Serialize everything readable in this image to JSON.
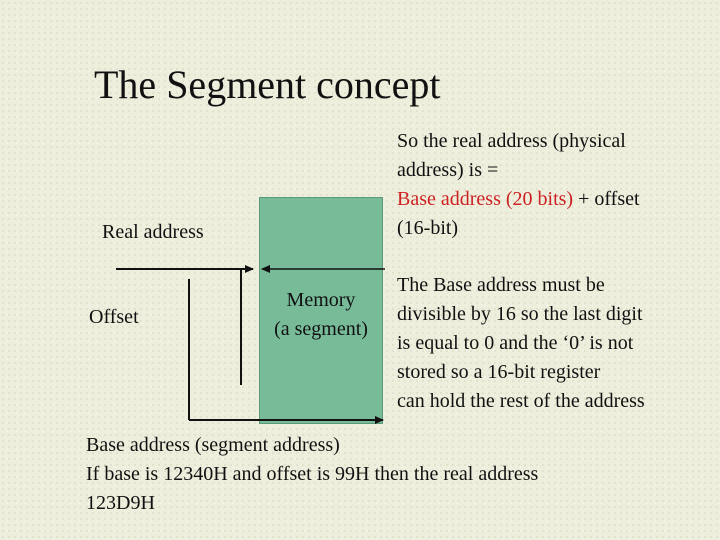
{
  "title": "The Segment concept",
  "labels": {
    "real_address": "Real address",
    "offset": "Offset",
    "memory_line1": "Memory",
    "memory_line2": "(a segment)"
  },
  "physical": {
    "line1": "So the real address (physical",
    "line2": "address) is =",
    "line3_red": "Base address (20 bits)",
    "line3_rest": " + offset",
    "line4": "(16-bit)"
  },
  "base_note": {
    "line1": "The Base address must be",
    "line2": "divisible by 16 so the last digit",
    "line3": "is equal to 0 and the ‘0’ is not",
    "line4": "stored so a 16-bit register",
    "line5": "can hold the rest of the address"
  },
  "footer": {
    "line1": "Base address (segment address)",
    "line2": "If base is 12340H and offset is 99H then the real address",
    "line3": "123D9H"
  },
  "colors": {
    "background": "#eeeedd",
    "memory_block": "#77bb99",
    "highlight_red": "#cc2222"
  }
}
